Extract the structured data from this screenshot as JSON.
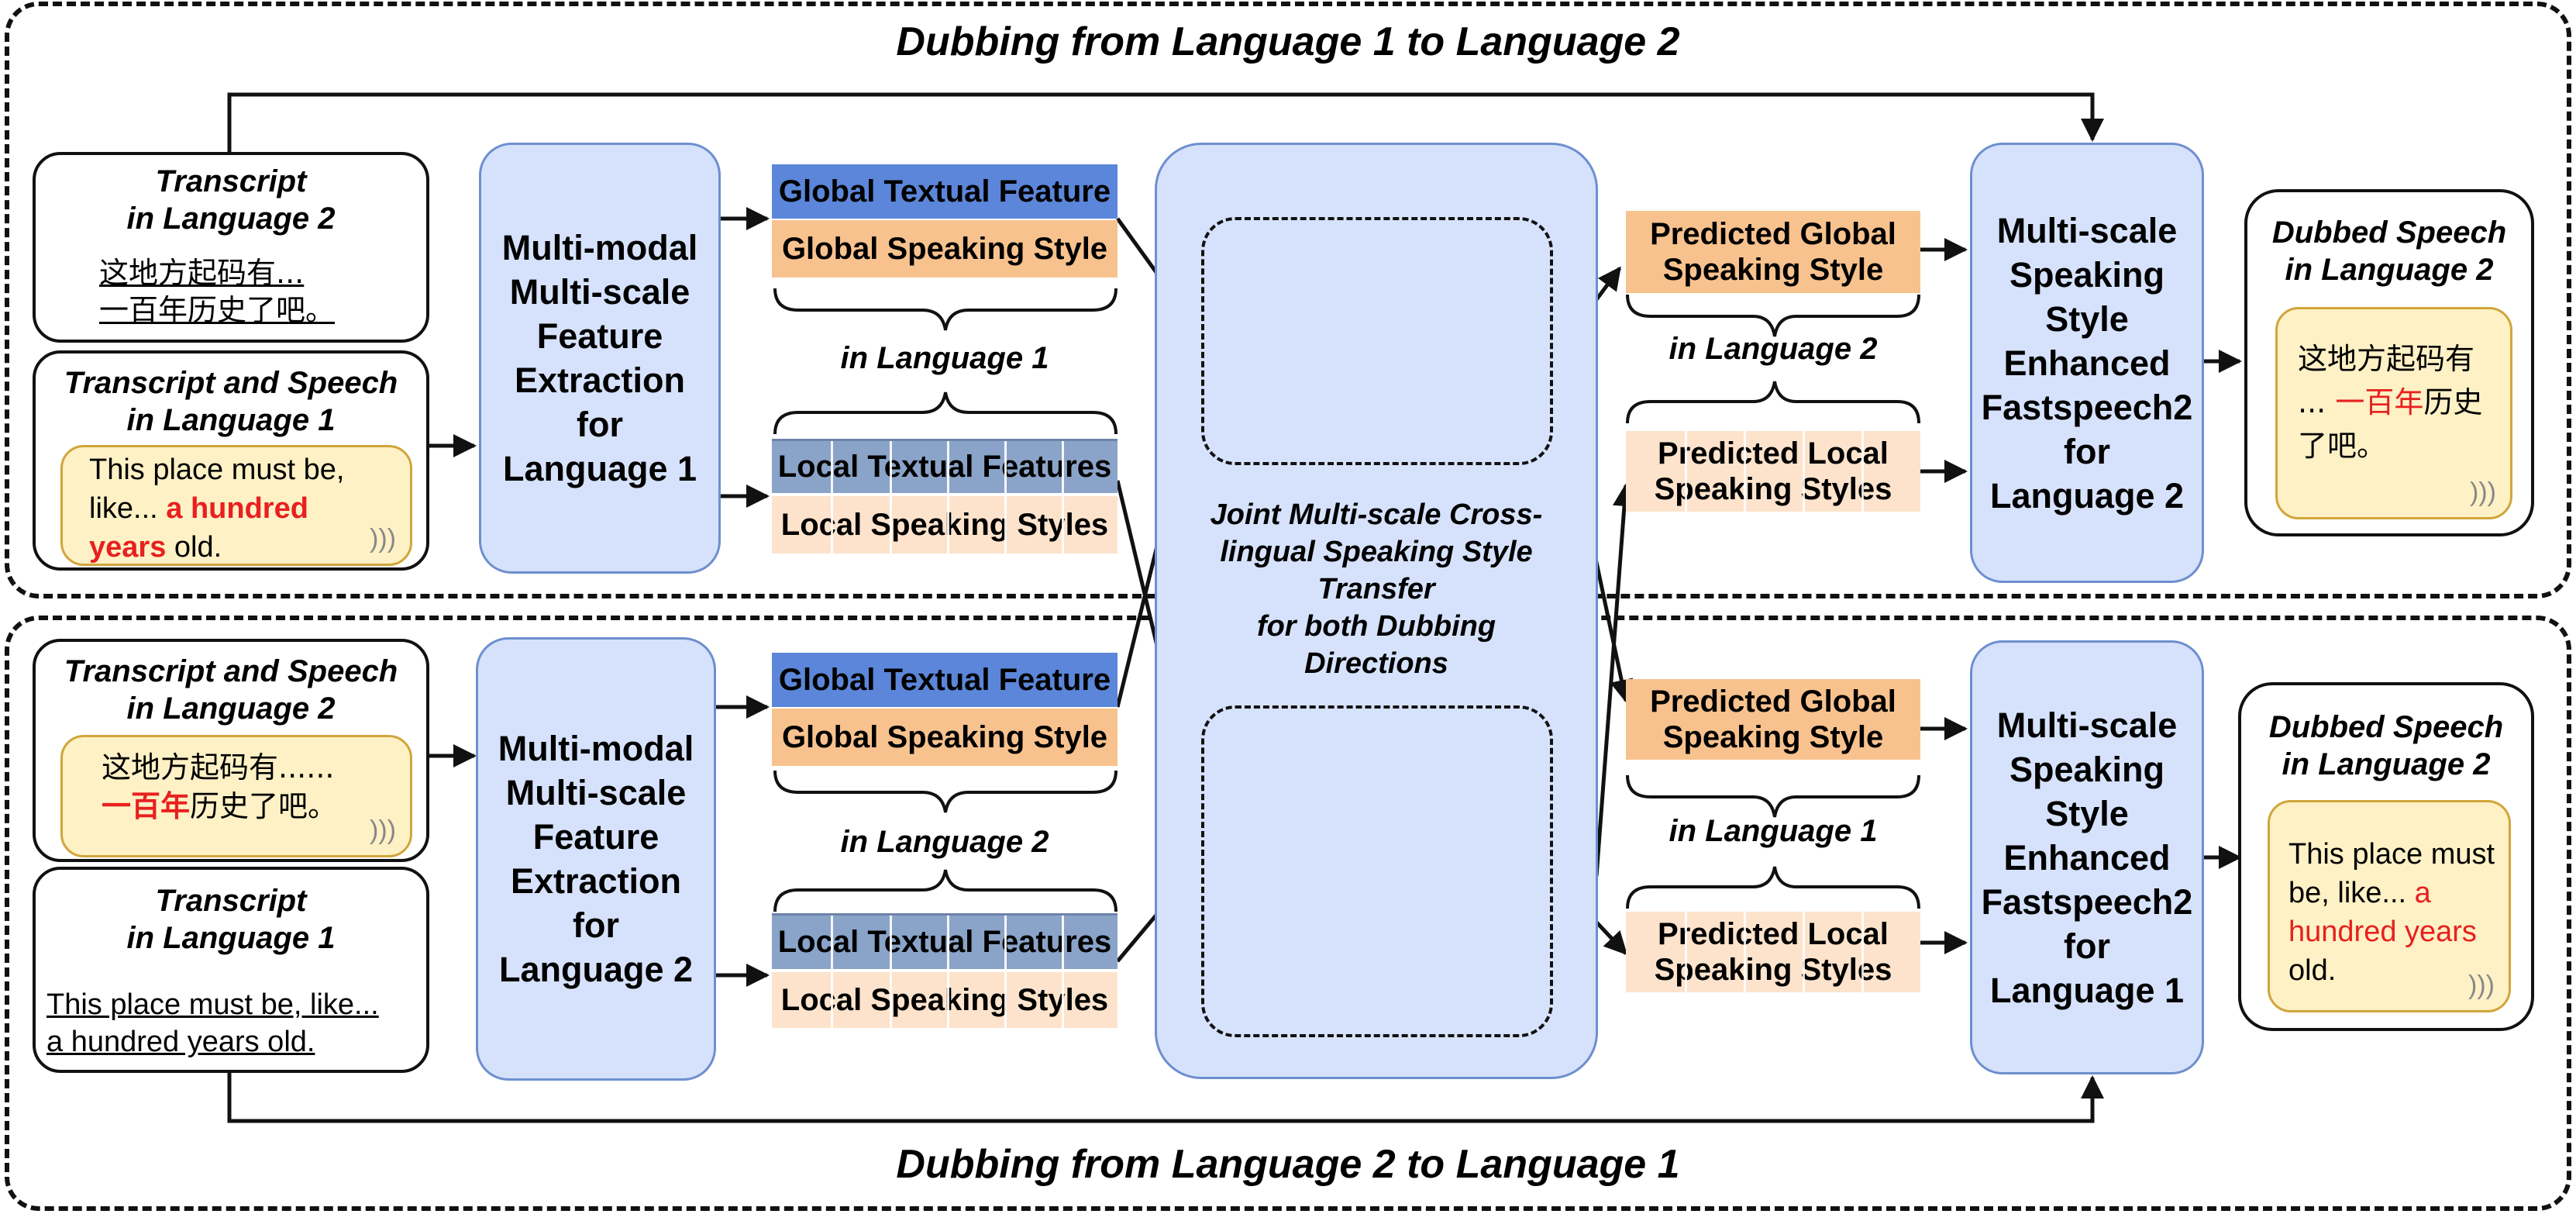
{
  "top_direction": {
    "title": "Dubbing from Language 1 to Language 2"
  },
  "bottom_direction": {
    "title": "Dubbing from Language 2 to Language 1"
  },
  "top": {
    "transcript_box": {
      "title": "Transcript\nin Language 2",
      "text": "这地方起码有...\n一百年历史了吧。"
    },
    "speech_box": {
      "title": "Transcript and Speech\nin Language 1",
      "text_before": "This place must be,\nlike... ",
      "highlight": "a hundred\nyears",
      "text_after": " old."
    },
    "extractor": "Multi-modal\nMulti-scale\nFeature\nExtraction\nfor\nLanguage 1",
    "global_textual": "Global Textual Feature",
    "global_speaking": "Global Speaking Style",
    "language_label": "in Language 1",
    "local_textual": "Local Textual Features",
    "local_speaking": "Local Speaking Styles",
    "predicted_global": "Predicted Global\nSpeaking Style",
    "predicted_language": "in Language 2",
    "predicted_local": "Predicted Local\nSpeaking Styles",
    "synth": "Multi-scale\nSpeaking\nStyle\nEnhanced\nFastspeech2\nfor\nLanguage 2",
    "output": {
      "title": "Dubbed Speech\nin Language 2",
      "text_before": "这地方起码有\n... ",
      "highlight": "一百年",
      "text_after": "历史\n了吧。"
    }
  },
  "center": {
    "label": "Joint Multi-scale Cross-\nlingual Speaking Style\nTransfer\nfor both Dubbing\nDirections"
  },
  "bottom": {
    "speech_box": {
      "title": "Transcript and Speech\nin Language 2",
      "text_before": "这地方起码有......\n",
      "highlight": "一百年",
      "text_after": "历史了吧。"
    },
    "transcript_box": {
      "title": "Transcript\nin Language 1",
      "text": "This place must be, like...\na hundred years old. "
    },
    "extractor": "Multi-modal\nMulti-scale\nFeature\nExtraction\nfor\nLanguage 2",
    "global_textual": "Global Textual Feature",
    "global_speaking": "Global Speaking Style",
    "language_label": "in Language 2",
    "local_textual": "Local Textual Features",
    "local_speaking": "Local Speaking Styles",
    "predicted_global": "Predicted Global\nSpeaking Style",
    "predicted_language": "in Language 1",
    "predicted_local": "Predicted Local\nSpeaking Styles",
    "synth": "Multi-scale\nSpeaking\nStyle\nEnhanced\nFastspeech2\nfor\nLanguage 1",
    "output": {
      "title": "Dubbed Speech\nin Language 2",
      "text_before": "This place must\nbe, like... ",
      "highlight": "a\nhundred years",
      "text_after": "\nold."
    }
  },
  "colors": {
    "container_fill": "#d6e2fb",
    "container_border": "#6d8fcf",
    "global_textual": "#5b86d9",
    "global_speaking": "#f8c28e",
    "local_textual": "#8aa3c8",
    "local_speaking": "#fde3cc",
    "bubble": "#fdf1c5",
    "highlight": "#e8201f"
  },
  "icons": [
    "speaker-wave-icon",
    "arrow-icon",
    "brace-icon",
    "plus-circle-icon"
  ]
}
